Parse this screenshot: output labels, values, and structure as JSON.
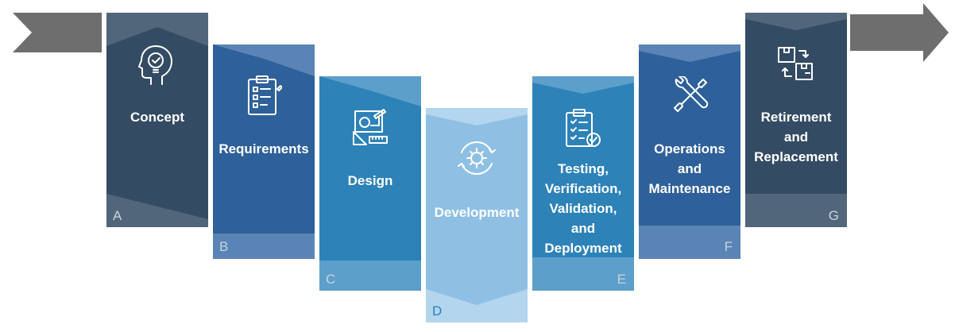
{
  "colors": {
    "concept": "#334b63",
    "requirements": "#2e609a",
    "design": "#2d82b8",
    "development": "#8fc0e4",
    "testing": "#2d82b8",
    "operations": "#2e609a",
    "retirement": "#334b63",
    "arrow": "#6e6e6e"
  },
  "stages": [
    {
      "label": "Concept",
      "letter": "A",
      "icon": "head-idea-icon"
    },
    {
      "label": "Requirements",
      "letter": "B",
      "icon": "clipboard-checklist-icon"
    },
    {
      "label": "Design",
      "letter": "C",
      "icon": "design-tools-icon"
    },
    {
      "label": "Development",
      "letter": "D",
      "icon": "gear-cycle-icon"
    },
    {
      "label_lines": [
        "Testing,",
        "Verification,",
        "Validation,",
        "and",
        "Deployment"
      ],
      "letter": "E",
      "icon": "clipboard-verified-icon"
    },
    {
      "label_lines": [
        "Operations",
        "and",
        "Maintenance"
      ],
      "letter": "F",
      "icon": "wrench-screwdriver-icon"
    },
    {
      "label_lines": [
        "Retirement",
        "and",
        "Replacement"
      ],
      "letter": "G",
      "icon": "boxes-exchange-icon"
    }
  ]
}
